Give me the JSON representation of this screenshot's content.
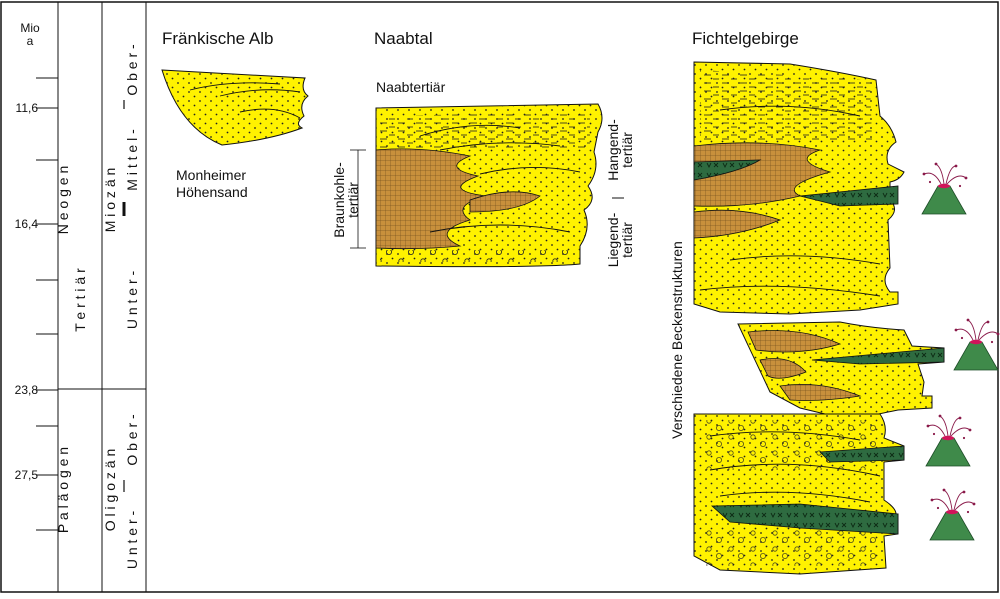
{
  "axis": {
    "unit_top": "Mio",
    "unit_bottom": "a",
    "ticks": [
      "11,6",
      "16,4",
      "23,8",
      "27,5"
    ]
  },
  "stratigraphy": {
    "period": "T e r t i ä r",
    "epoch_neogen": "N e o g e n",
    "epoch_palaeogen": "P a l ä o g e n",
    "series_miozaen": "M i o z ä n",
    "series_oligozaen": "O l i g o z ä n",
    "stage_mio_ober": "O b e r -",
    "stage_mio_mittel": "M i t t e l -",
    "stage_mio_unter": "U n t e r -",
    "stage_oli_ober": "O b e r -",
    "stage_oli_unter": "U n t e r -"
  },
  "regions": {
    "fraenkische_alb": {
      "title": "Fränkische Alb",
      "label_line1": "Monheimer",
      "label_line2": "Höhensand"
    },
    "naabtal": {
      "title": "Naabtal",
      "subtitle": "Naabtertiär",
      "braunkohle_line1": "Braunkohle-",
      "braunkohle_line2": "tertiär",
      "hangend_line1": "Hangend-",
      "hangend_line2": "tertiär",
      "liegend_line1": "Liegend-",
      "liegend_line2": "tertiär"
    },
    "fichtelgebirge": {
      "title": "Fichtelgebirge",
      "basin_label": "Verschiedene Beckenstrukturen"
    }
  },
  "colors": {
    "sand": "#fff200",
    "lignite": "#c8903c",
    "volcanic": "#2e6b40",
    "volcano_cone": "#3f8a4a",
    "volcano_vent": "#d0145a"
  }
}
